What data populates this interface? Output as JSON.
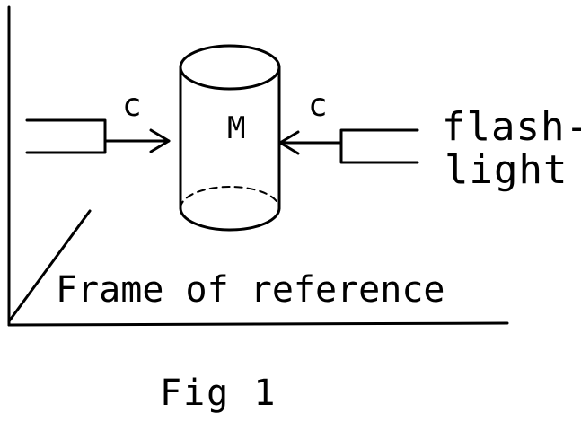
{
  "diagram": {
    "left_light_speed": "c",
    "right_light_speed": "c",
    "mass_label": "M",
    "flashlight_line1": "flash-",
    "flashlight_line2": "light",
    "frame_label": "Frame of reference",
    "caption": "Fig 1"
  }
}
